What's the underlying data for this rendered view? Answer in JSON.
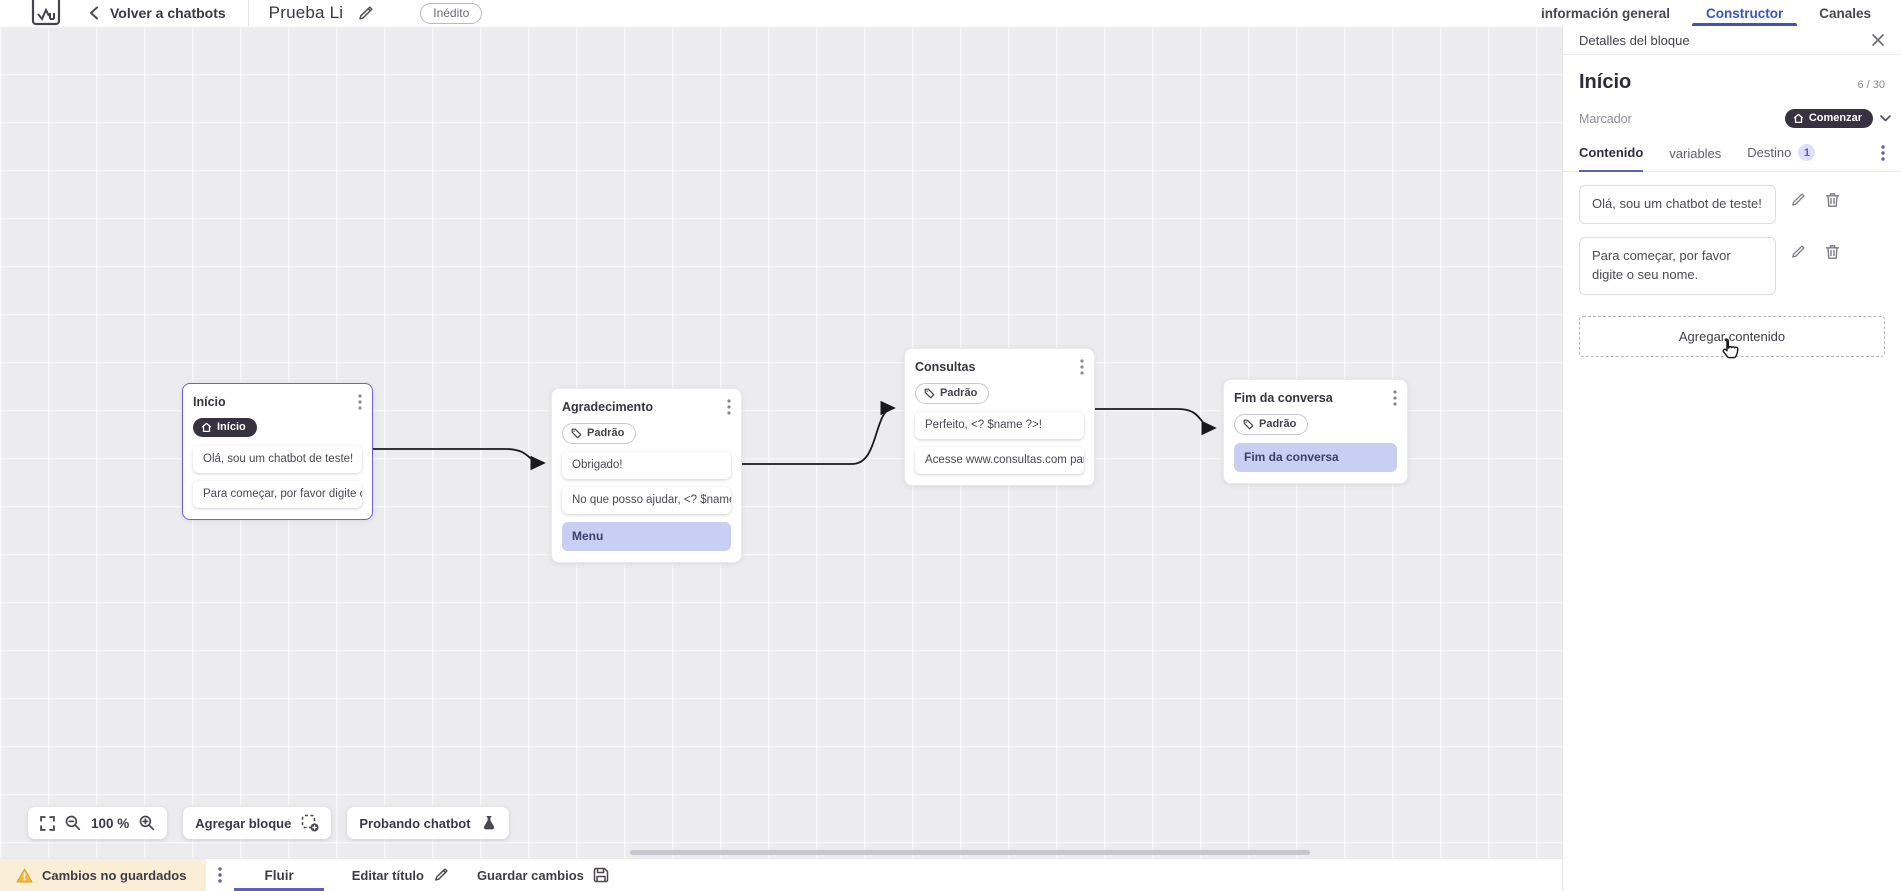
{
  "header": {
    "back_label": "Volver a chatbots",
    "title": "Prueba Li",
    "status_badge": "Inédito",
    "tabs": [
      {
        "label": "información general",
        "active": false
      },
      {
        "label": "Constructor",
        "active": true
      },
      {
        "label": "Canales",
        "active": false
      }
    ]
  },
  "panel": {
    "title": "Detalles del bloque",
    "block_name": "Início",
    "name_counter": "6 / 30",
    "marker_label": "Marcador",
    "marker_value": "Comenzar",
    "tabs": {
      "contenido": "Contenido",
      "variables": "variables",
      "destino": "Destino",
      "destino_badge": "1"
    },
    "messages": [
      {
        "text": "Olá, sou um chatbot de teste!"
      },
      {
        "text": "Para começar, por favor digite o seu nome."
      }
    ],
    "add_content_label": "Agregar contenido"
  },
  "canvas": {
    "nodes": [
      {
        "title": "Início",
        "pill": "Início",
        "items": [
          {
            "text": "Olá, sou um chatbot de teste!"
          },
          {
            "text": "Para começar, por favor digite o ..."
          }
        ]
      },
      {
        "title": "Agradecimento",
        "pill": "Padrão",
        "items": [
          {
            "text": "Obrigado!"
          },
          {
            "text": "No que posso ajudar, <? $name ..."
          },
          {
            "text": "Menu"
          }
        ]
      },
      {
        "title": "Consultas",
        "pill": "Padrão",
        "items": [
          {
            "text": "Perfeito, <? $name ?>!"
          },
          {
            "text": "Acesse www.consultas.com par..."
          }
        ]
      },
      {
        "title": "Fim da conversa",
        "pill": "Padrão",
        "items": [
          {
            "text": "Fim da conversa"
          }
        ]
      }
    ],
    "controls": {
      "zoom_value": "100 %",
      "add_block_label": "Agregar bloque",
      "test_label": "Probando chatbot"
    }
  },
  "footer": {
    "unsaved_label": "Cambios no guardados",
    "flow_tab_label": "Fluir",
    "edit_title_label": "Editar título",
    "save_label": "Guardar cambios"
  },
  "colors": {
    "accent_blue": "#3b53c4",
    "accent_indigo": "#5b5fc7",
    "selected_node_border": "#6b61e3",
    "dark_pill_bg": "#363240",
    "action_block_bg": "#c7cff2",
    "destino_badge_bg": "#dedef9",
    "warning_bg": "#faeed6",
    "warning_icon": "#f2b93d",
    "canvas_bg": "#ececee"
  }
}
